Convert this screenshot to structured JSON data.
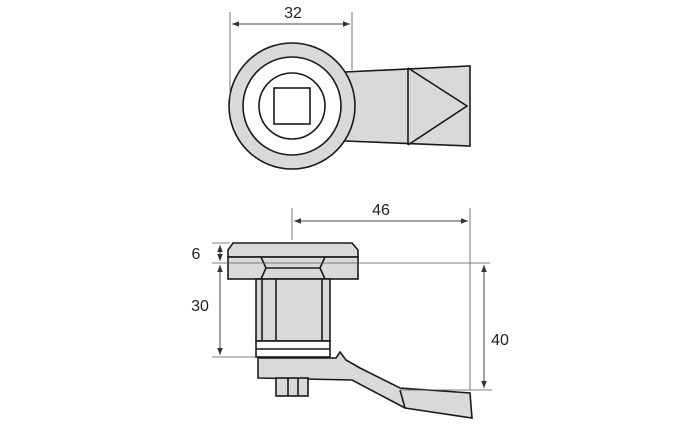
{
  "dimensions": {
    "top_width": "32",
    "side_length": "46",
    "head_thickness": "6",
    "body_height": "30",
    "overall_height": "40"
  },
  "colors": {
    "line": "#1a1a1a",
    "fill": "#d9d9d9",
    "background": "#ffffff"
  }
}
